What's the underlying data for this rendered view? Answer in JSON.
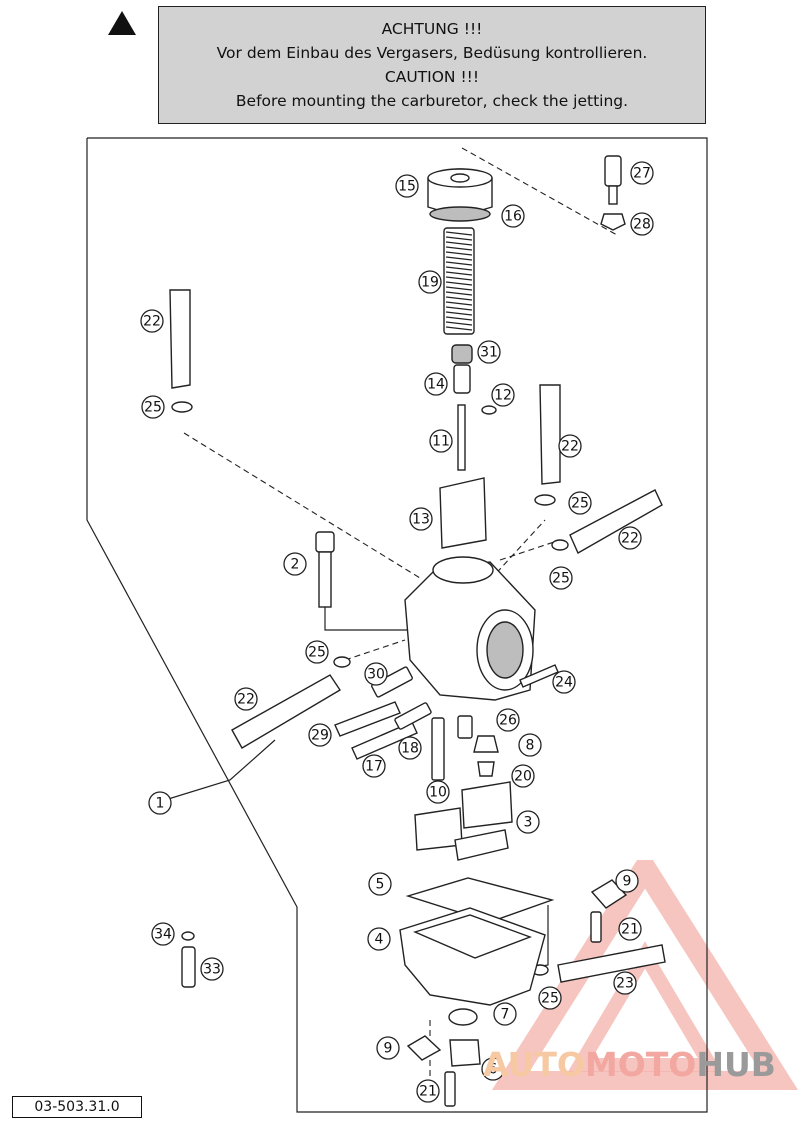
{
  "caution": {
    "line1": "ACHTUNG !!!",
    "line2": "Vor dem Einbau des Vergasers, Bedüsung kontrollieren.",
    "line3": "CAUTION !!!",
    "line4": "Before mounting the carburetor, check the jetting."
  },
  "reference_code": "03-503.31.0",
  "watermark": {
    "part1": "AUTO",
    "part2": "MOTO",
    "part3": "HUB"
  },
  "callouts": [
    {
      "id": "c15",
      "label": "15"
    },
    {
      "id": "c16",
      "label": "16"
    },
    {
      "id": "c27",
      "label": "27"
    },
    {
      "id": "c28",
      "label": "28"
    },
    {
      "id": "c19",
      "label": "19"
    },
    {
      "id": "c22a",
      "label": "22"
    },
    {
      "id": "c31",
      "label": "31"
    },
    {
      "id": "c14",
      "label": "14"
    },
    {
      "id": "c12",
      "label": "12"
    },
    {
      "id": "c25a",
      "label": "25"
    },
    {
      "id": "c11",
      "label": "11"
    },
    {
      "id": "c22b",
      "label": "22"
    },
    {
      "id": "c25b",
      "label": "25"
    },
    {
      "id": "c13",
      "label": "13"
    },
    {
      "id": "c22c",
      "label": "22"
    },
    {
      "id": "c2",
      "label": "2"
    },
    {
      "id": "c25c",
      "label": "25"
    },
    {
      "id": "c25d",
      "label": "25"
    },
    {
      "id": "c30",
      "label": "30"
    },
    {
      "id": "c24",
      "label": "24"
    },
    {
      "id": "c22d",
      "label": "22"
    },
    {
      "id": "c26",
      "label": "26"
    },
    {
      "id": "c29",
      "label": "29"
    },
    {
      "id": "c18",
      "label": "18"
    },
    {
      "id": "c8",
      "label": "8"
    },
    {
      "id": "c17",
      "label": "17"
    },
    {
      "id": "c20",
      "label": "20"
    },
    {
      "id": "c10",
      "label": "10"
    },
    {
      "id": "c1",
      "label": "1"
    },
    {
      "id": "c3",
      "label": "3"
    },
    {
      "id": "c5",
      "label": "5"
    },
    {
      "id": "c9a",
      "label": "9"
    },
    {
      "id": "c21a",
      "label": "21"
    },
    {
      "id": "c34",
      "label": "34"
    },
    {
      "id": "c4",
      "label": "4"
    },
    {
      "id": "c33",
      "label": "33"
    },
    {
      "id": "c23",
      "label": "23"
    },
    {
      "id": "c25e",
      "label": "25"
    },
    {
      "id": "c7",
      "label": "7"
    },
    {
      "id": "c9b",
      "label": "9"
    },
    {
      "id": "c6",
      "label": "6"
    },
    {
      "id": "c21b",
      "label": "21"
    }
  ]
}
